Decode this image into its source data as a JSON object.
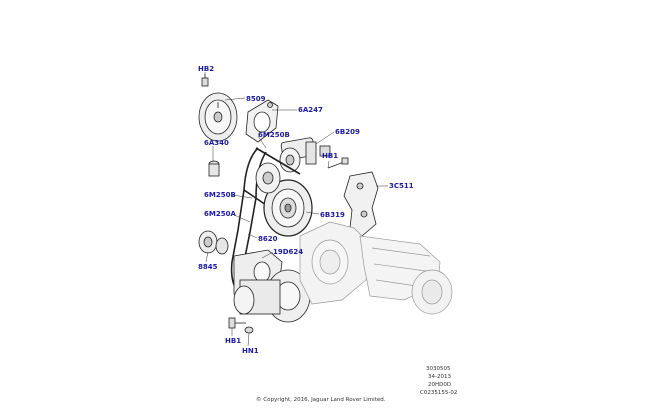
{
  "diagram": {
    "callouts": [
      {
        "id": "hb2-top",
        "text": "HB2"
      },
      {
        "id": "8509",
        "text": "8509"
      },
      {
        "id": "6a247",
        "text": "6A247"
      },
      {
        "id": "6m250b-top",
        "text": "6M250B"
      },
      {
        "id": "6b209",
        "text": "6B209"
      },
      {
        "id": "6a340",
        "text": "6A340"
      },
      {
        "id": "hb1-right",
        "text": "HB1"
      },
      {
        "id": "3c511",
        "text": "3C511"
      },
      {
        "id": "6m250b-mid",
        "text": "6M250B"
      },
      {
        "id": "6b319",
        "text": "6B319"
      },
      {
        "id": "6m250a",
        "text": "6M250A"
      },
      {
        "id": "8620",
        "text": "8620"
      },
      {
        "id": "19d624",
        "text": "19D624"
      },
      {
        "id": "8845",
        "text": "8845"
      },
      {
        "id": "hb1-bottom",
        "text": "HB1"
      },
      {
        "id": "hn1",
        "text": "HN1"
      }
    ],
    "meta": {
      "code1": "3030505",
      "code2": "34-2013",
      "code3": "20HD0D",
      "code4": "C0235155-02"
    },
    "copyright": "© Copyright, 2016, Jaguar Land Rover Limited."
  },
  "colors": {
    "callout": "#1a1aa8",
    "line": "#222222",
    "fill": "#f2f2f2"
  }
}
